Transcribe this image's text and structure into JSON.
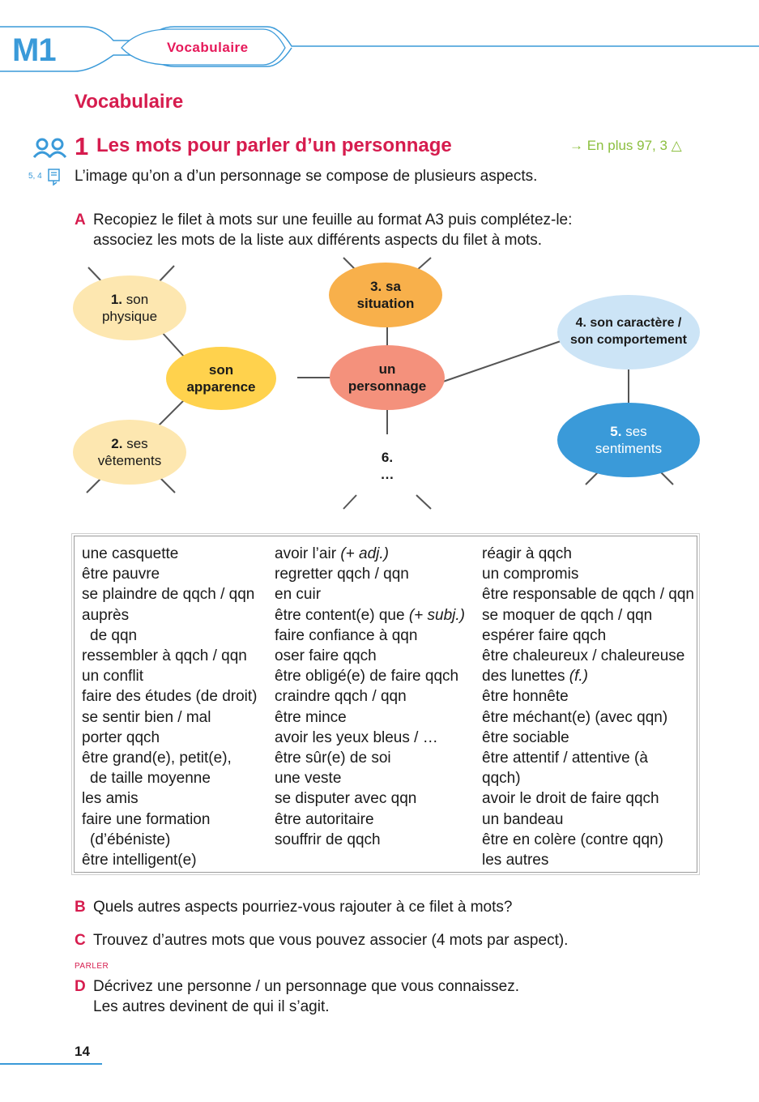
{
  "header": {
    "module": "M1",
    "tab": "Vocabulaire"
  },
  "section_title": "Vocabulaire",
  "exercise": {
    "number": "1",
    "title": "Les mots pour parler d’un personnage",
    "reference": "→  En plus 97, 3 △",
    "margin_ref": "5, 4",
    "intro": "L’image qu’on a d’un personnage se compose de plusieurs aspects."
  },
  "question_a": {
    "letter": "A",
    "line1": "Recopiez le filet à mots sur une feuille au format A3 puis complétez-le:",
    "line2": "associez les mots de la liste aux différents aspects du filet à mots."
  },
  "mindmap": {
    "center": {
      "l1": "un",
      "l2": "personnage"
    },
    "apparence": {
      "l1": "son",
      "l2": "apparence"
    },
    "n1": {
      "num": "1.",
      "l1": "son",
      "l2": "physique"
    },
    "n2": {
      "num": "2.",
      "l1": "ses",
      "l2": "vêtements"
    },
    "n3": {
      "l1": "3. sa",
      "l2": "situation"
    },
    "n4": {
      "l1": "4. son caractère /",
      "l2": "son comportement"
    },
    "n5": {
      "num": "5.",
      "l1": "ses",
      "l2": "sentiments"
    },
    "n6": {
      "l1": "6.",
      "l2": "…"
    },
    "colors": {
      "yellow": "#ffd24d",
      "light_yellow": "#fde7b0",
      "orange": "#f8b04b",
      "salmon": "#f4917c",
      "light_blue": "#cce4f6",
      "blue": "#3a9ad9",
      "white": "#ffffff",
      "line": "#555555"
    }
  },
  "words": {
    "col1": [
      "une casquette",
      "être pauvre",
      "se plaindre de qqch / qqn",
      "auprès",
      "de qqn",
      "ressembler à qqch / qqn",
      "un conflit",
      "faire des études (de droit)",
      "se sentir bien / mal",
      "porter qqch",
      "être grand(e), petit(e),",
      "de taille moyenne",
      "les amis",
      "faire une formation",
      "(d’ébéniste)",
      "être intelligent(e)"
    ],
    "col2_first": "avoir l’air",
    "col2_first_it": "(+ adj.)",
    "col2": [
      "regretter qqch / qqn",
      "en cuir"
    ],
    "col2_content": "être content(e) que",
    "col2_content_it": "(+ subj.)",
    "col2_rest": [
      "faire confiance à qqn",
      "oser faire qqch",
      "être obligé(e) de faire qqch",
      "craindre qqch / qqn",
      "être mince",
      "avoir les yeux bleus / …",
      "être sûr(e) de soi",
      "une veste",
      "se disputer avec qqn",
      "être autoritaire",
      "souffrir de qqch"
    ],
    "col3_a": [
      "réagir à qqch",
      "un compromis",
      "être responsable de qqch / qqn",
      "se moquer de qqch / qqn",
      "espérer faire qqch",
      "être chaleureux / chaleureuse"
    ],
    "col3_lunettes": "des lunettes",
    "col3_lunettes_it": "(f.)",
    "col3_b": [
      "être honnête",
      "être méchant(e) (avec qqn)",
      "être sociable",
      "être attentif / attentive (à",
      "qqch)",
      "avoir le droit de faire qqch",
      "un bandeau",
      "être en colère (contre qqn)",
      "les autres"
    ]
  },
  "question_b": {
    "letter": "B",
    "text": "Quels autres aspects pourriez-vous rajouter à ce filet à mots?"
  },
  "question_c": {
    "letter": "C",
    "text": "Trouvez d’autres mots que vous pouvez associer (4 mots par aspect)."
  },
  "parler": "PARLER",
  "question_d": {
    "letter": "D",
    "line1": "Décrivez une personne / un personnage que vous connaissez.",
    "line2": "Les autres devinent de qui il s’agit."
  },
  "page_number": "14"
}
